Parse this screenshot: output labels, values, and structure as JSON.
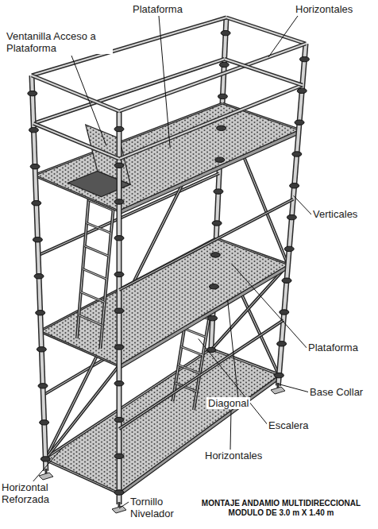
{
  "diagram": {
    "caption": "MONTAJE ANDAMIO MULTIDIRECCIONAL MODULO DE 3.0 m X 1.40 m",
    "labels": [
      "Plataforma",
      "Horizontales",
      "Ventanilla Acceso a Plataforma",
      "Verticales",
      "Plataforma",
      "Base Collar",
      "Diagonal",
      "Escalera",
      "Horizontales",
      "Horizontal Reforzada",
      "Tornillo Nivelador"
    ]
  }
}
